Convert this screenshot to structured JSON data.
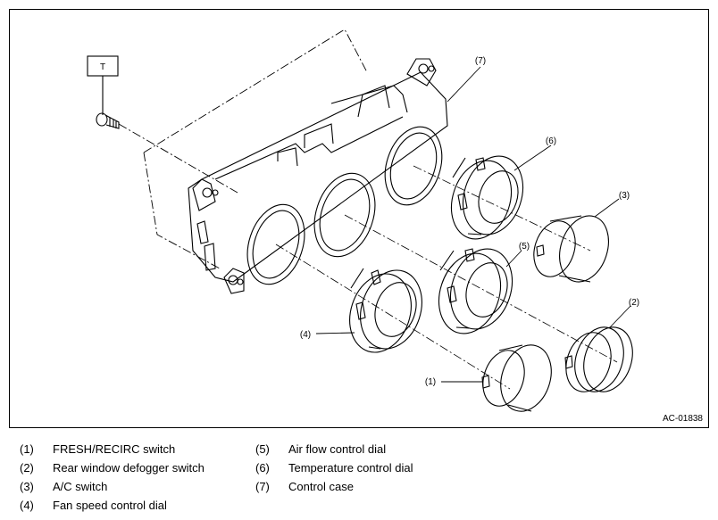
{
  "figure": {
    "id": "AC-01838",
    "tag_T": "T",
    "callouts": [
      "(1)",
      "(2)",
      "(3)",
      "(4)",
      "(5)",
      "(6)",
      "(7)"
    ]
  },
  "legend": [
    {
      "num": "(1)",
      "text": "FRESH/RECIRC switch"
    },
    {
      "num": "(2)",
      "text": "Rear window defogger switch"
    },
    {
      "num": "(3)",
      "text": "A/C switch"
    },
    {
      "num": "(4)",
      "text": "Fan speed control dial"
    },
    {
      "num": "(5)",
      "text": "Air flow control dial"
    },
    {
      "num": "(6)",
      "text": "Temperature control dial"
    },
    {
      "num": "(7)",
      "text": "Control case"
    }
  ]
}
